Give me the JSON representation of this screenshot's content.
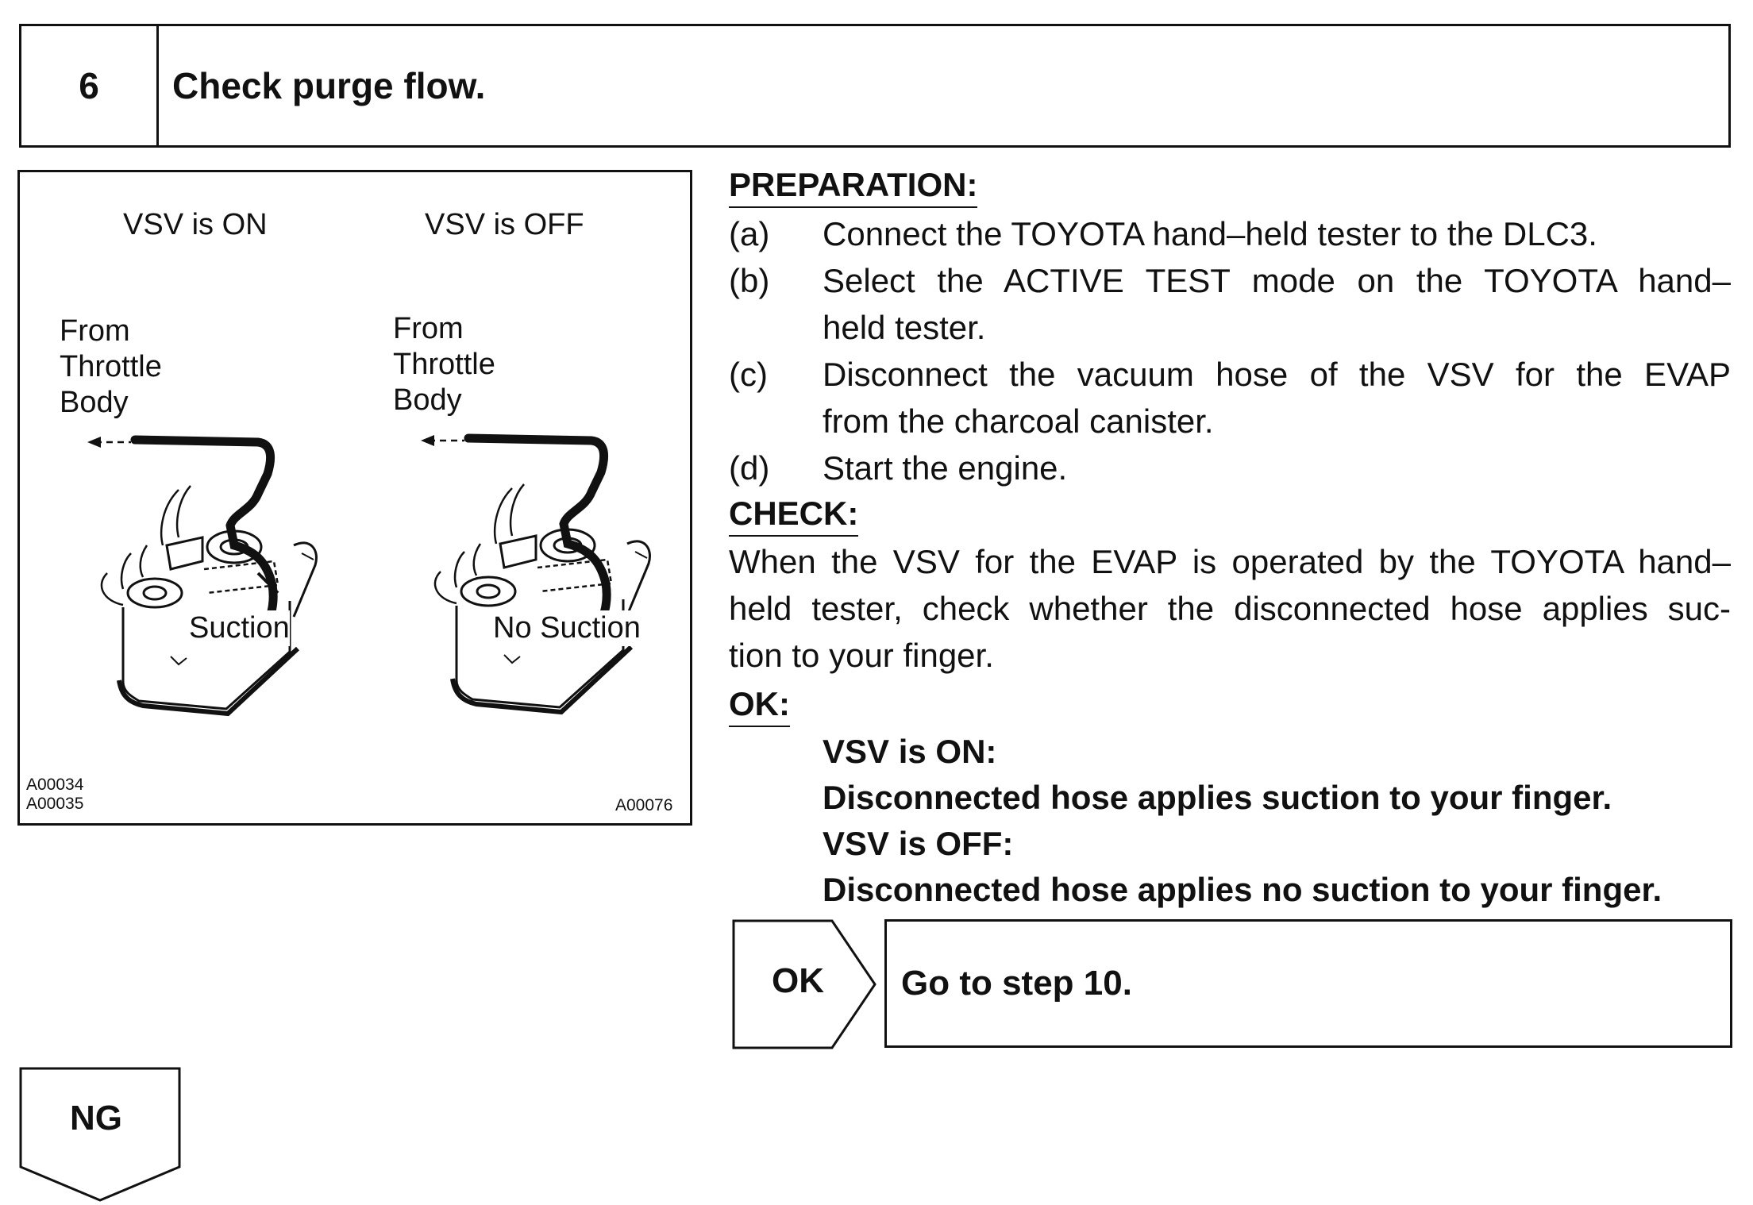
{
  "step": {
    "number": "6",
    "title": "Check purge flow."
  },
  "figure": {
    "left_caption": "VSV is ON",
    "right_caption": "VSV is OFF",
    "left_source_label": [
      "From",
      "Throttle",
      "Body"
    ],
    "right_source_label": [
      "From",
      "Throttle",
      "Body"
    ],
    "left_result": "Suction",
    "right_result": "No Suction",
    "code_left_1": "A00034",
    "code_left_2": "A00035",
    "code_right": "A00076"
  },
  "preparation": {
    "heading": "PREPARATION:",
    "items": [
      {
        "marker": "(a)",
        "text": "Connect the TOYOTA hand–held tester to the DLC3."
      },
      {
        "marker": "(b)",
        "line1": "Select the ACTIVE TEST mode on the TOYOTA hand–",
        "line2": "held tester."
      },
      {
        "marker": "(c)",
        "line1": "Disconnect the vacuum hose of the VSV for the EVAP",
        "line2": "from the charcoal canister."
      },
      {
        "marker": "(d)",
        "text": "Start the engine."
      }
    ]
  },
  "check": {
    "heading": "CHECK:",
    "line1": "When the VSV for the EVAP is operated by the TOYOTA hand–",
    "line2": "held tester, check whether the disconnected hose applies suc-",
    "line3": "tion to your finger."
  },
  "ok": {
    "heading": "OK:",
    "on_label": "VSV is ON:",
    "on_result": "Disconnected hose applies suction to your finger.",
    "off_label": "VSV is OFF:",
    "off_result": "Disconnected hose applies no suction to your finger."
  },
  "flow": {
    "ok_label": "OK",
    "ok_action": "Go to step 10.",
    "ng_label": "NG"
  }
}
